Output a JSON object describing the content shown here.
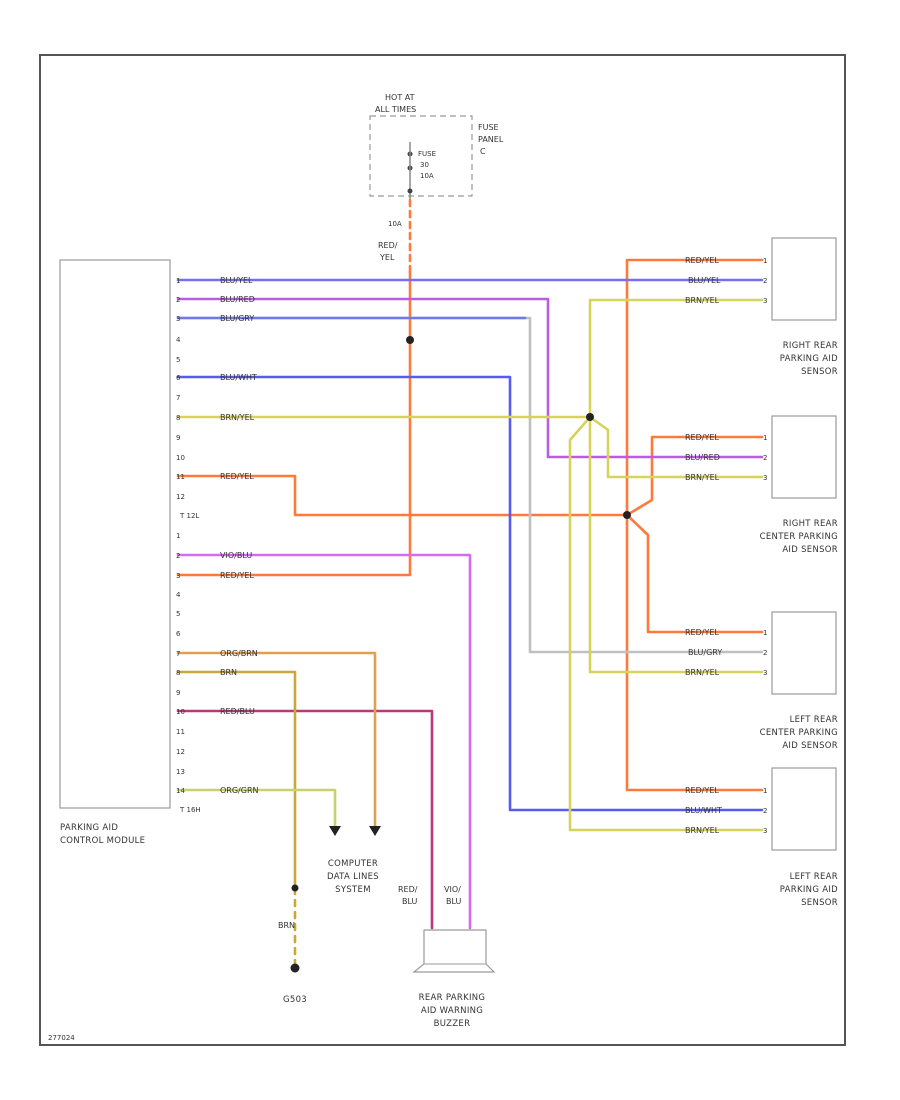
{
  "colors": {
    "red_yel": "#ff7a3a",
    "blu_yel": "#7a6cf2",
    "blu_red": "#b85ee6",
    "blu_gry": "#6f7ae8",
    "blu_wht": "#5a5af0",
    "brn_yel": "#d6d25a",
    "red_blu": "#b8387a",
    "vio_blu": "#d26cf4",
    "org_brn": "#e0a050",
    "brn": "#c8a83a",
    "org_grn": "#c8d070",
    "gray_wire": "#c0c0c0",
    "frame": "#555555"
  },
  "fuse": {
    "label_l1": "HOT AT",
    "label_l2": "ALL TIMES",
    "panel_l1": "FUSE",
    "panel_l2": "PANEL",
    "panel_l3": "C",
    "fuse_l1": "FUSE",
    "fuse_l2": "30",
    "fuse_l3": "10A",
    "connector": "10A",
    "wire_l1": "RED/",
    "wire_l2": "YEL"
  },
  "module": {
    "name_l1": "PARKING AID",
    "name_l2": "CONTROL MODULE",
    "pins_a": [
      "1",
      "2",
      "3",
      "4",
      "5",
      "6",
      "7",
      "8",
      "9",
      "10",
      "11",
      "12"
    ],
    "connector_a": "T 12L",
    "pins_b": [
      "1",
      "2",
      "3",
      "4",
      "5",
      "6",
      "7",
      "8",
      "9",
      "10",
      "11",
      "12",
      "13",
      "14"
    ],
    "connector_b": "T 16H"
  },
  "wires": {
    "blu_yel": "BLU/YEL",
    "blu_red": "BLU/RED",
    "blu_gry": "BLU/GRY",
    "blu_wht": "BLU/WHT",
    "brn_yel": "BRN/YEL",
    "red_yel": "RED/YEL",
    "vio_blu": "VIO/BLU",
    "org_brn": "ORG/BRN",
    "brn": "BRN",
    "red_blu": "RED/BLU",
    "org_grn": "ORG/GRN"
  },
  "sensors": [
    {
      "name_l1": "RIGHT REAR",
      "name_l2": "PARKING AID",
      "name_l3": "SENSOR",
      "wires": [
        "RED/YEL",
        "BLU/YEL",
        "BRN/YEL"
      ],
      "pins": [
        "1",
        "2",
        "3"
      ]
    },
    {
      "name_l1": "RIGHT REAR",
      "name_l2": "CENTER PARKING",
      "name_l3": "AID SENSOR",
      "wires": [
        "RED/YEL",
        "BLU/RED",
        "BRN/YEL"
      ],
      "pins": [
        "1",
        "2",
        "3"
      ]
    },
    {
      "name_l1": "LEFT REAR",
      "name_l2": "CENTER PARKING",
      "name_l3": "AID SENSOR",
      "wires": [
        "RED/YEL",
        "BLU/GRY",
        "BRN/YEL"
      ],
      "pins": [
        "1",
        "2",
        "3"
      ]
    },
    {
      "name_l1": "LEFT REAR",
      "name_l2": "PARKING AID",
      "name_l3": "SENSOR",
      "wires": [
        "RED/YEL",
        "BLU/WHT",
        "BRN/YEL"
      ],
      "pins": [
        "1",
        "2",
        "3"
      ]
    }
  ],
  "computer": {
    "name_l1": "COMPUTER",
    "name_l2": "DATA LINES",
    "name_l3": "SYSTEM"
  },
  "ground": {
    "wire": "BRN",
    "name": "G503"
  },
  "buzzer": {
    "wire1_l1": "RED/",
    "wire1_l2": "BLU",
    "wire2_l1": "VIO/",
    "wire2_l2": "BLU",
    "name_l1": "REAR PARKING",
    "name_l2": "AID WARNING",
    "name_l3": "BUZZER"
  },
  "footer": {
    "code": "277024"
  }
}
